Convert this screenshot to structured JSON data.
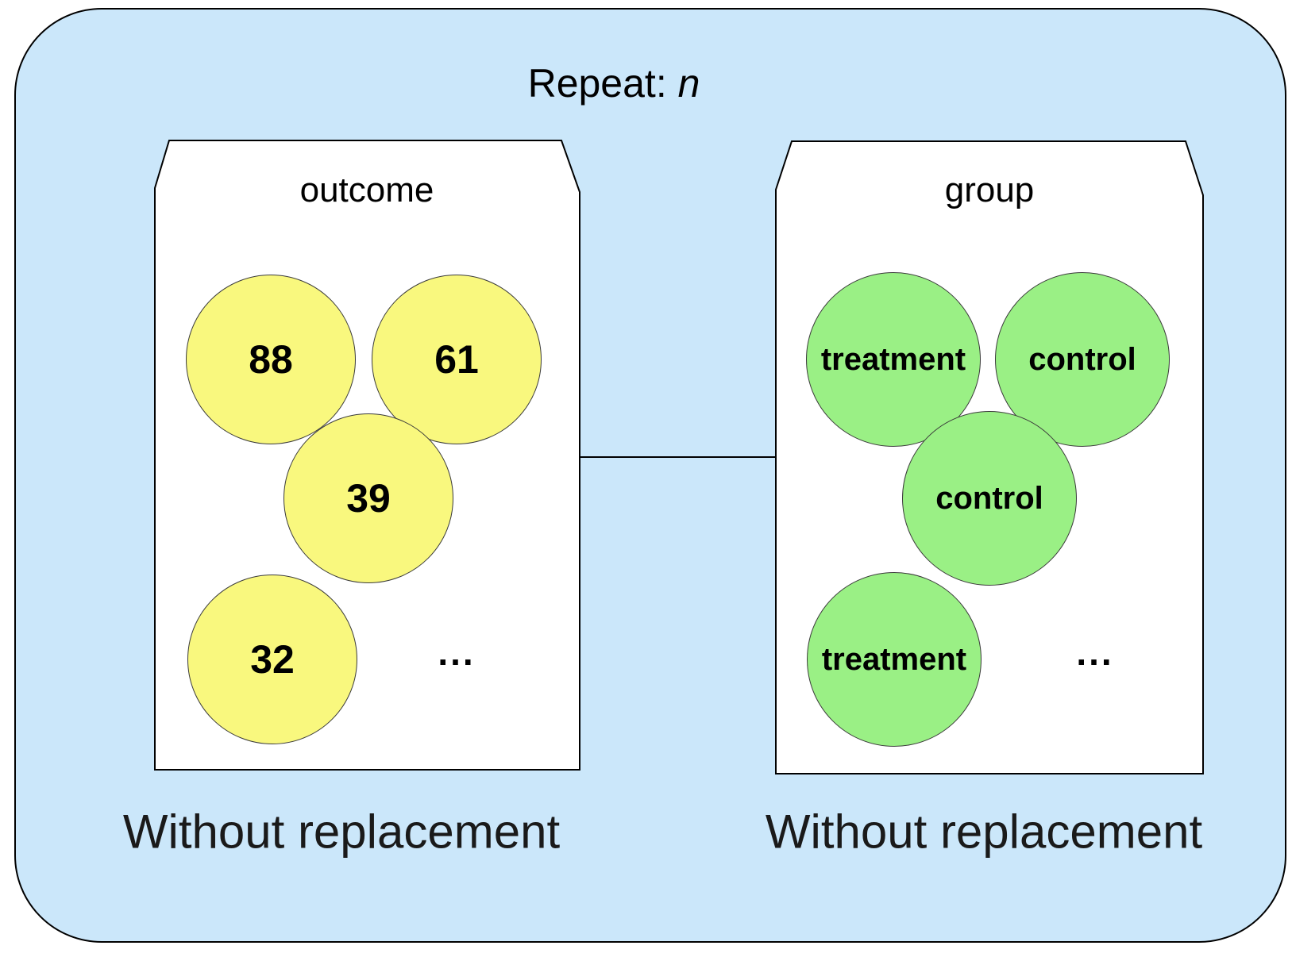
{
  "title": {
    "prefix": "Repeat: ",
    "variable": "n"
  },
  "colors": {
    "outer_background": "#CBE7FA",
    "panel_fill": "#FFFFFF",
    "outline": "#000000",
    "outcome_ball_fill": "#F9F87E",
    "group_ball_fill": "#9AF085"
  },
  "panels": [
    {
      "label": "outcome",
      "balls": [
        "88",
        "61",
        "39",
        "32"
      ],
      "ellipsis": "...",
      "caption": "Without replacement"
    },
    {
      "label": "group",
      "balls": [
        "treatment",
        "control",
        "control",
        "treatment"
      ],
      "ellipsis": "...",
      "caption": "Without replacement"
    }
  ]
}
